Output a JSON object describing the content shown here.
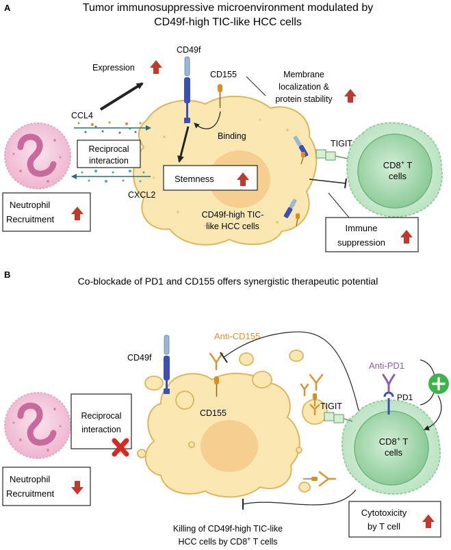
{
  "panel_a": {
    "letter": "A",
    "title_line1": "Tumor immunosuppressive microenvironment modulated by",
    "title_line2": "CD49f-high TIC-like HCC cells",
    "expression": "Expression",
    "cd49f": "CD49f",
    "cd155": "CD155",
    "membrane_line1": "Membrane",
    "membrane_line2": "localization &",
    "membrane_line3": "protein stability",
    "ccl4": "CCL4",
    "cxcl2": "CXCL2",
    "reciprocal_line1": "Reciprocal",
    "reciprocal_line2": "interaction",
    "binding": "Binding",
    "stemness": "Stemness",
    "tigit": "TIGIT",
    "cd8_main": "CD8",
    "cd8_sup": "+",
    "cd8_t": " T",
    "cells": "cells",
    "neutrophil_line1": "Neutrophil",
    "neutrophil_line2": "Recruitment",
    "tumor_line1": "CD49f-high TIC-",
    "tumor_line2": "like HCC cells",
    "immune_line1": "Immune",
    "immune_line2": "suppression"
  },
  "panel_b": {
    "letter": "B",
    "title": "Co-blockade of PD1 and CD155 offers synergistic therapeutic potential",
    "anti_cd155": "Anti-CD155",
    "cd49f": "CD49f",
    "cd155": "CD155",
    "anti_pd1": "Anti-PD1",
    "pd1": "PD1",
    "tigit": "TIGIT",
    "reciprocal_line1": "Reciprocal",
    "reciprocal_line2": "interaction",
    "cd8_main": "CD8",
    "cd8_sup": "+",
    "cd8_t": " T",
    "cells": "cells",
    "neutrophil_line1": "Neutrophil",
    "neutrophil_line2": "Recruitment",
    "cytotoxicity_line1": "Cytotoxicity",
    "cytotoxicity_line2": "by T cell",
    "killing_line1": "Killing of CD49f-high TIC-like",
    "killing_line2a": "HCC cells by CD8",
    "killing_sup": "+",
    "killing_line2b": " T cells"
  },
  "colors": {
    "arrow_red": "#c0392b",
    "cd49f_blue": "#3b4fb4",
    "cd49f_light": "#9ab7d6",
    "cd155_orange": "#d98e1e",
    "tcell_green": "#9fd4a8",
    "tumor_yellow": "#fbe7b2",
    "neutrophil_pink": "#f2c4d8",
    "antipd1_purple": "#8a5cb5",
    "anticd155_orange": "#e0922a",
    "plus_green": "#3bb54a",
    "cross_red": "#d42a1f"
  }
}
